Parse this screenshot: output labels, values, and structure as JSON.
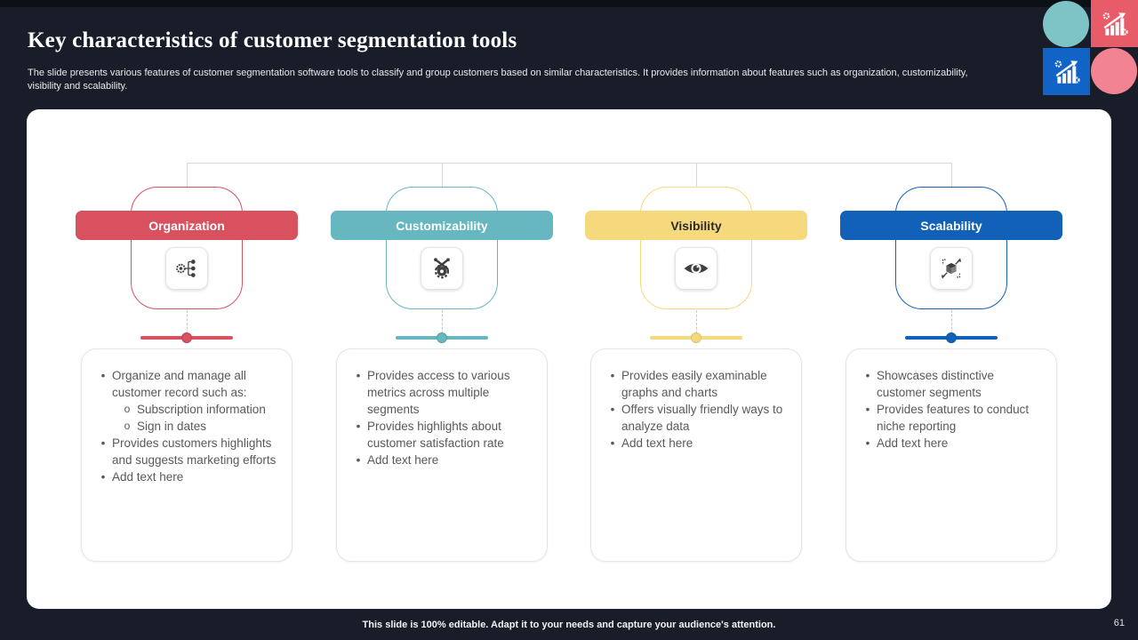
{
  "slide": {
    "title": "Key characteristics of customer segmentation tools",
    "subtitle": "The slide presents various features of customer segmentation software tools to classify and group customers based on similar characteristics. It provides information about features such as organization, customizability, visibility and scalability.",
    "footer_note": "This slide is 100% editable. Adapt it to your needs and capture your audience's attention.",
    "page_number": "61"
  },
  "decor": {
    "teal_circle_color": "#7EC3C6",
    "pink_circle_color": "#F28392",
    "red_tile_color": "#E85C6A",
    "blue_tile_color": "#1263C6",
    "tile_icon": "growth-chart-icon"
  },
  "columns": [
    {
      "title": "Organization",
      "accent": "#D9515F",
      "chip_text_color": "#FFFFFF",
      "icon": "hierarchy-icon",
      "bullets": [
        {
          "level": 1,
          "text": "Organize and manage all customer record such as:"
        },
        {
          "level": 2,
          "text": "Subscription information"
        },
        {
          "level": 2,
          "text": "Sign in dates"
        },
        {
          "level": 1,
          "text": "Provides customers highlights and suggests marketing efforts"
        },
        {
          "level": 1,
          "text": "Add text here"
        }
      ]
    },
    {
      "title": "Customizability",
      "accent": "#66B7C0",
      "chip_text_color": "#FFFFFF",
      "icon": "gear-tools-icon",
      "bullets": [
        {
          "level": 1,
          "text": "Provides access to various metrics across multiple segments"
        },
        {
          "level": 1,
          "text": "Provides highlights about customer satisfaction rate"
        },
        {
          "level": 1,
          "text": "Add text here"
        }
      ]
    },
    {
      "title": "Visibility",
      "accent": "#F6D97D",
      "chip_text_color": "#2B2B2B",
      "icon": "eye-icon",
      "bullets": [
        {
          "level": 1,
          "text": "Provides easily examinable graphs and charts"
        },
        {
          "level": 1,
          "text": "Offers visually friendly ways to analyze data"
        },
        {
          "level": 1,
          "text": "Add text here"
        }
      ]
    },
    {
      "title": "Scalability",
      "accent": "#1261B8",
      "chip_text_color": "#FFFFFF",
      "icon": "scale-cube-icon",
      "bullets": [
        {
          "level": 1,
          "text": "Showcases distinctive customer segments"
        },
        {
          "level": 1,
          "text": "Provides features to conduct niche reporting"
        },
        {
          "level": 1,
          "text": "Add text here"
        }
      ]
    }
  ]
}
